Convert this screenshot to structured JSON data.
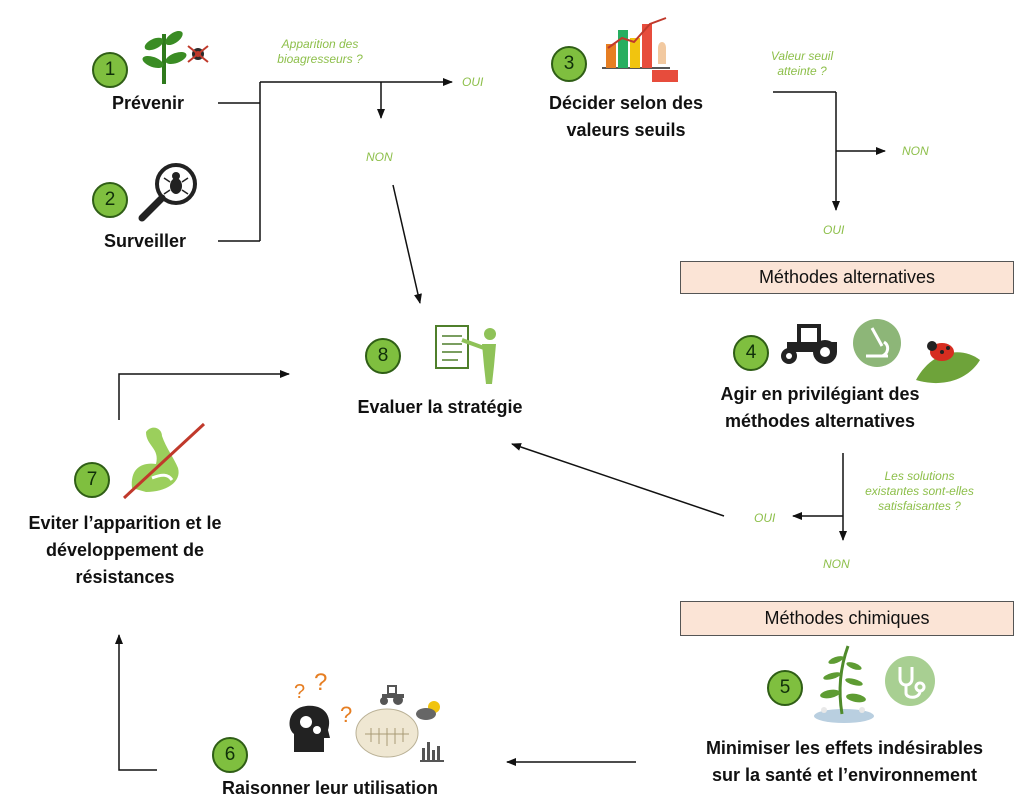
{
  "steps": [
    {
      "num": "1",
      "label": "Prévenir"
    },
    {
      "num": "2",
      "label": "Surveiller"
    },
    {
      "num": "3",
      "label_l1": "Décider selon des",
      "label_l2": "valeurs seuils"
    },
    {
      "num": "4",
      "label_l1": "Agir en privilégiant des",
      "label_l2": "méthodes alternatives"
    },
    {
      "num": "5",
      "label_l1": "Minimiser les effets indésirables",
      "label_l2": "sur la santé et l’environnement"
    },
    {
      "num": "6",
      "label": "Raisonner leur utilisation"
    },
    {
      "num": "7",
      "label_l1": "Eviter l’apparition  et le",
      "label_l2": "développement de",
      "label_l3": "résistances"
    },
    {
      "num": "8",
      "label": "Evaluer la stratégie"
    }
  ],
  "questions": {
    "q1_l1": "Apparition des",
    "q1_l2": "bioagresseurs ?",
    "q2_l1": "Valeur seuil",
    "q2_l2": "atteinte ?",
    "q3_l1": "Les solutions",
    "q3_l2": "existantes sont-elles",
    "q3_l3": "satisfaisantes ?"
  },
  "answers": {
    "q1_yes": "OUI",
    "q1_no": "NON",
    "q2_no": "NON",
    "q2_yes": "OUI",
    "q3_yes": "OUI",
    "q3_no": "NON"
  },
  "boxes": {
    "alternatives": "Méthodes alternatives",
    "chimiques": "Méthodes chimiques"
  },
  "icons": {
    "step1": "plant-pest-icon",
    "step2": "magnifier-bug-icon",
    "step3": "threshold-chart-icon",
    "step4": [
      "tractor-icon",
      "microscope-icon",
      "ladybug-icon"
    ],
    "step5": [
      "plants-icon",
      "stethoscope-icon"
    ],
    "step6": [
      "head-gears-icon",
      "tractor-small-icon",
      "weather-icon",
      "bar-chart-icon"
    ],
    "step7": "strong-arm-crossed-icon",
    "step8": "clipboard-person-icon"
  },
  "colors": {
    "badge_fill": "#7fbf3f",
    "label_green": "#8dbf4a",
    "box_fill": "#fbe4d6"
  }
}
